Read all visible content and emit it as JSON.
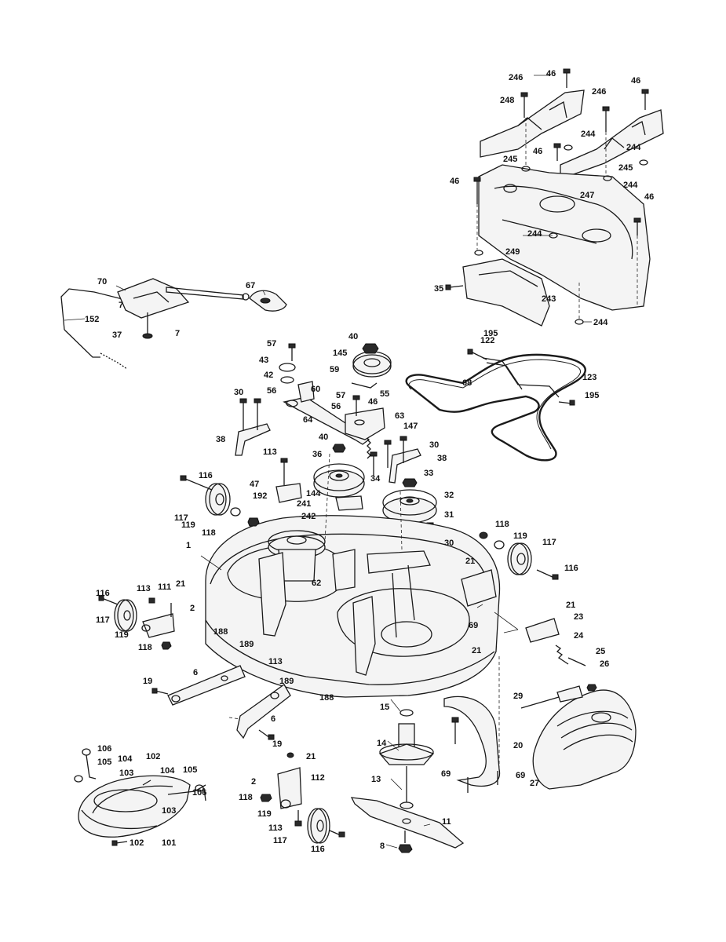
{
  "labels": {
    "l246a": "246",
    "l46a": "46",
    "l246b": "246",
    "l46b": "46",
    "l248": "248",
    "l244a": "244",
    "l46c": "46",
    "l245a": "245",
    "l244b": "244",
    "l46d": "46",
    "l247": "247",
    "l245b": "245",
    "l244c": "244",
    "l46e": "46",
    "l244d": "244",
    "l249": "249",
    "l35": "35",
    "l243": "243",
    "l244e": "244",
    "l70": "70",
    "l67": "67",
    "l7a": "7",
    "l152": "152",
    "l37": "37",
    "l7b": "7",
    "l40a": "40",
    "l57a": "57",
    "l145": "145",
    "l43": "43",
    "l59": "59",
    "l42": "42",
    "l56a": "56",
    "l60": "60",
    "l57b": "57",
    "l55": "55",
    "l195a": "195",
    "l122": "122",
    "l30a": "30",
    "l56b": "56",
    "l46f": "46",
    "l63": "63",
    "l68": "68",
    "l123": "123",
    "l195b": "195",
    "l64": "64",
    "l147": "147",
    "l38a": "38",
    "l40b": "40",
    "l30b": "30",
    "l38b": "38",
    "l113a": "113",
    "l36": "36",
    "l116a": "116",
    "l34": "34",
    "l33": "33",
    "l47": "47",
    "l192": "192",
    "l144": "144",
    "l32": "32",
    "l241": "241",
    "l117a": "117",
    "l119a": "119",
    "l118a": "118",
    "l242": "242",
    "l31": "31",
    "l30c": "30",
    "l118b": "118",
    "l119b": "119",
    "l117b": "117",
    "l1": "1",
    "l116b": "116",
    "l21a": "21",
    "l62": "62",
    "l116c": "116",
    "l113b": "113",
    "l111": "111",
    "l21b": "21",
    "l2a": "2",
    "l21c": "21",
    "l23": "23",
    "l117c": "117",
    "l69a": "69",
    "l119c": "119",
    "l188a": "188",
    "l118c": "118",
    "l189a": "189",
    "l113c": "113",
    "l24": "24",
    "l21d": "21",
    "l25": "25",
    "l26": "26",
    "l189b": "189",
    "l6a": "6",
    "l19a": "19",
    "l188b": "188",
    "l29": "29",
    "l15": "15",
    "l6b": "6",
    "l19b": "19",
    "l14": "14",
    "l20": "20",
    "l106a": "106",
    "l104a": "104",
    "l102a": "102",
    "l21e": "21",
    "l105a": "105",
    "l103a": "103",
    "l104b": "104",
    "l105b": "105",
    "l2b": "2",
    "l112": "112",
    "l69b": "69",
    "l69c": "69",
    "l13": "13",
    "l27": "27",
    "l118d": "118",
    "l106b": "106",
    "l119d": "119",
    "l103b": "103",
    "l11": "11",
    "l113d": "113",
    "l102b": "102",
    "l101": "101",
    "l117d": "117",
    "l116d": "116",
    "l8": "8"
  }
}
